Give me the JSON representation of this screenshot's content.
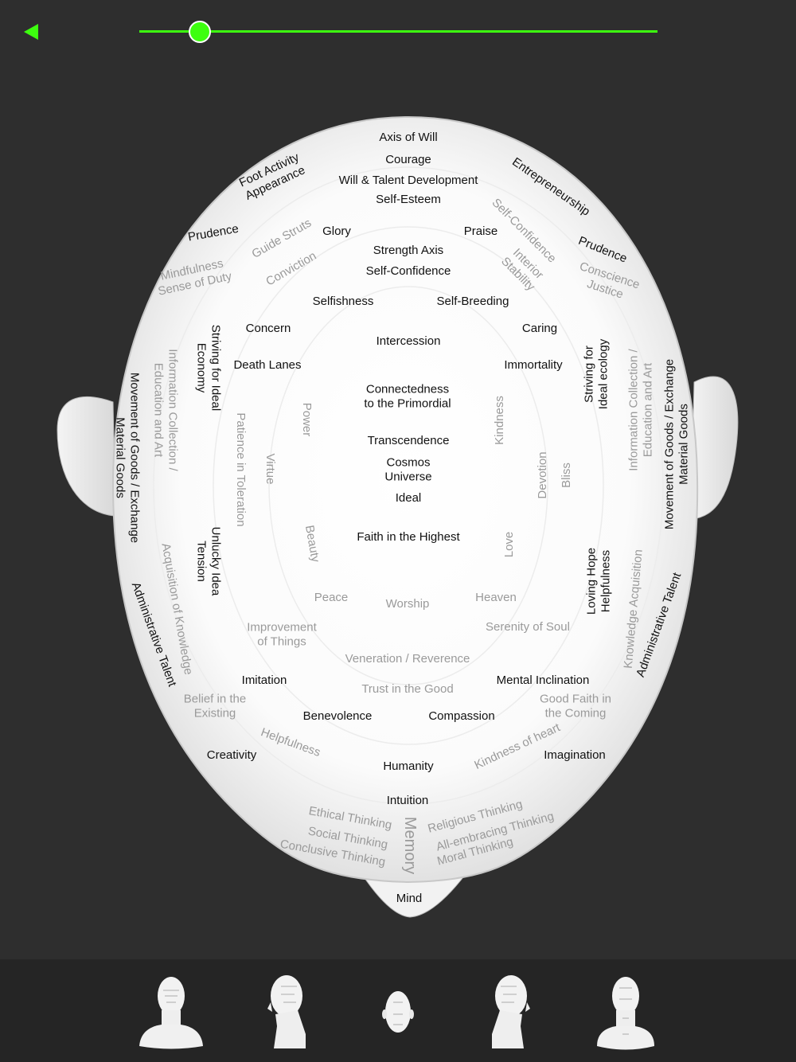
{
  "toolbar": {
    "back_icon": "back-triangle-icon",
    "accent": "#3dff0f",
    "slider_value": 0.115
  },
  "labels": [
    "Axis of Will",
    "Courage",
    "Will & Talent Development",
    "Self-Esteem",
    "Foot Activity\nAppearance",
    "Entrepreneurship",
    "Prudence",
    "Glory",
    "Praise",
    "Strength Axis",
    "Self-Confidence",
    "Prudence",
    "Mindfulness\nSense of Duty",
    "Guide Struts",
    "Conviction",
    "Self-Confidence",
    "Interior\nStability",
    "Conscience\nJustice",
    "Selfishness",
    "Self-Breeding",
    "Concern",
    "Caring",
    "Intercession",
    "Death Lanes",
    "Immortality",
    "Striving for Ideal\nEconomy",
    "Striving for\nIdeal ecology",
    "Information Collection /\nEducation and Art",
    "Information Collection /\nEducation and Art",
    "Movement of Goods / Exchange\nMaterial Goods",
    "Movement of Goods / Exchange\nMaterial Goods",
    "Connectedness\nto the Primordial",
    "Power",
    "Kindness",
    "Patience in Toleration",
    "Virtue",
    "Transcendence",
    "Cosmos\nUniverse",
    "Ideal",
    "Devotion",
    "Bliss",
    "Faith in the Highest",
    "Beauty",
    "Love",
    "Unlucky Idea\nTension",
    "Loving Hope\nHelpfulness",
    "Acquisition of Knowledge",
    "Knowledge Acquisition",
    "Administrative Talent",
    "Administrative Talent",
    "Peace",
    "Worship",
    "Heaven",
    "Improvement\nof Things",
    "Serenity of Soul",
    "Veneration / Reverence",
    "Imitation",
    "Mental Inclination",
    "Trust in the Good",
    "Belief in the\nExisting",
    "Good Faith in\nthe Coming",
    "Benevolence",
    "Compassion",
    "Helpfulness",
    "Creativity",
    "Kindness of heart",
    "Imagination",
    "Humanity",
    "Intuition",
    "Ethical Thinking",
    "Social Thinking",
    "Conclusive Thinking",
    "Memory",
    "Religious Thinking",
    "All-embracing Thinking",
    "Moral Thinking",
    "Mind"
  ],
  "views": [
    "front",
    "left-profile",
    "top",
    "right-profile",
    "back"
  ]
}
